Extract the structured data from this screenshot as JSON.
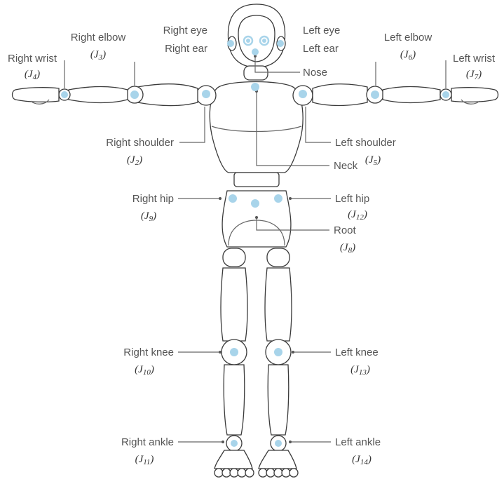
{
  "colors": {
    "joint": "#a8d4ea",
    "outline": "#3a3a3a",
    "label_text": "#555555",
    "leader": "#666666"
  },
  "joints": [
    {
      "key": "nose",
      "label": "Nose",
      "id_text": ""
    },
    {
      "key": "right_eye",
      "label": "Right eye",
      "id_text": ""
    },
    {
      "key": "left_eye",
      "label": "Left eye",
      "id_text": ""
    },
    {
      "key": "right_ear",
      "label": "Right ear",
      "id_text": ""
    },
    {
      "key": "left_ear",
      "label": "Left ear",
      "id_text": ""
    },
    {
      "key": "neck",
      "label": "Neck",
      "id_text": ""
    },
    {
      "key": "right_shoulder",
      "label": "Right shoulder",
      "id_main": "J",
      "id_sub": "2"
    },
    {
      "key": "right_elbow",
      "label": "Right elbow",
      "id_main": "J",
      "id_sub": "3"
    },
    {
      "key": "right_wrist",
      "label": "Right wrist",
      "id_main": "J",
      "id_sub": "4"
    },
    {
      "key": "left_shoulder",
      "label": "Left shoulder",
      "id_main": "J",
      "id_sub": "5"
    },
    {
      "key": "left_elbow",
      "label": "Left elbow",
      "id_main": "J",
      "id_sub": "6"
    },
    {
      "key": "left_wrist",
      "label": "Left wrist",
      "id_main": "J",
      "id_sub": "7"
    },
    {
      "key": "root",
      "label": "Root",
      "id_main": "J",
      "id_sub": "8"
    },
    {
      "key": "right_hip",
      "label": "Right hip",
      "id_main": "J",
      "id_sub": "9"
    },
    {
      "key": "right_knee",
      "label": "Right knee",
      "id_main": "J",
      "id_sub": "10"
    },
    {
      "key": "right_ankle",
      "label": "Right ankle",
      "id_main": "J",
      "id_sub": "11"
    },
    {
      "key": "left_hip",
      "label": "Left hip",
      "id_main": "J",
      "id_sub": "12"
    },
    {
      "key": "left_knee",
      "label": "Left knee",
      "id_main": "J",
      "id_sub": "13"
    },
    {
      "key": "left_ankle",
      "label": "Left ankle",
      "id_main": "J",
      "id_sub": "14"
    }
  ]
}
